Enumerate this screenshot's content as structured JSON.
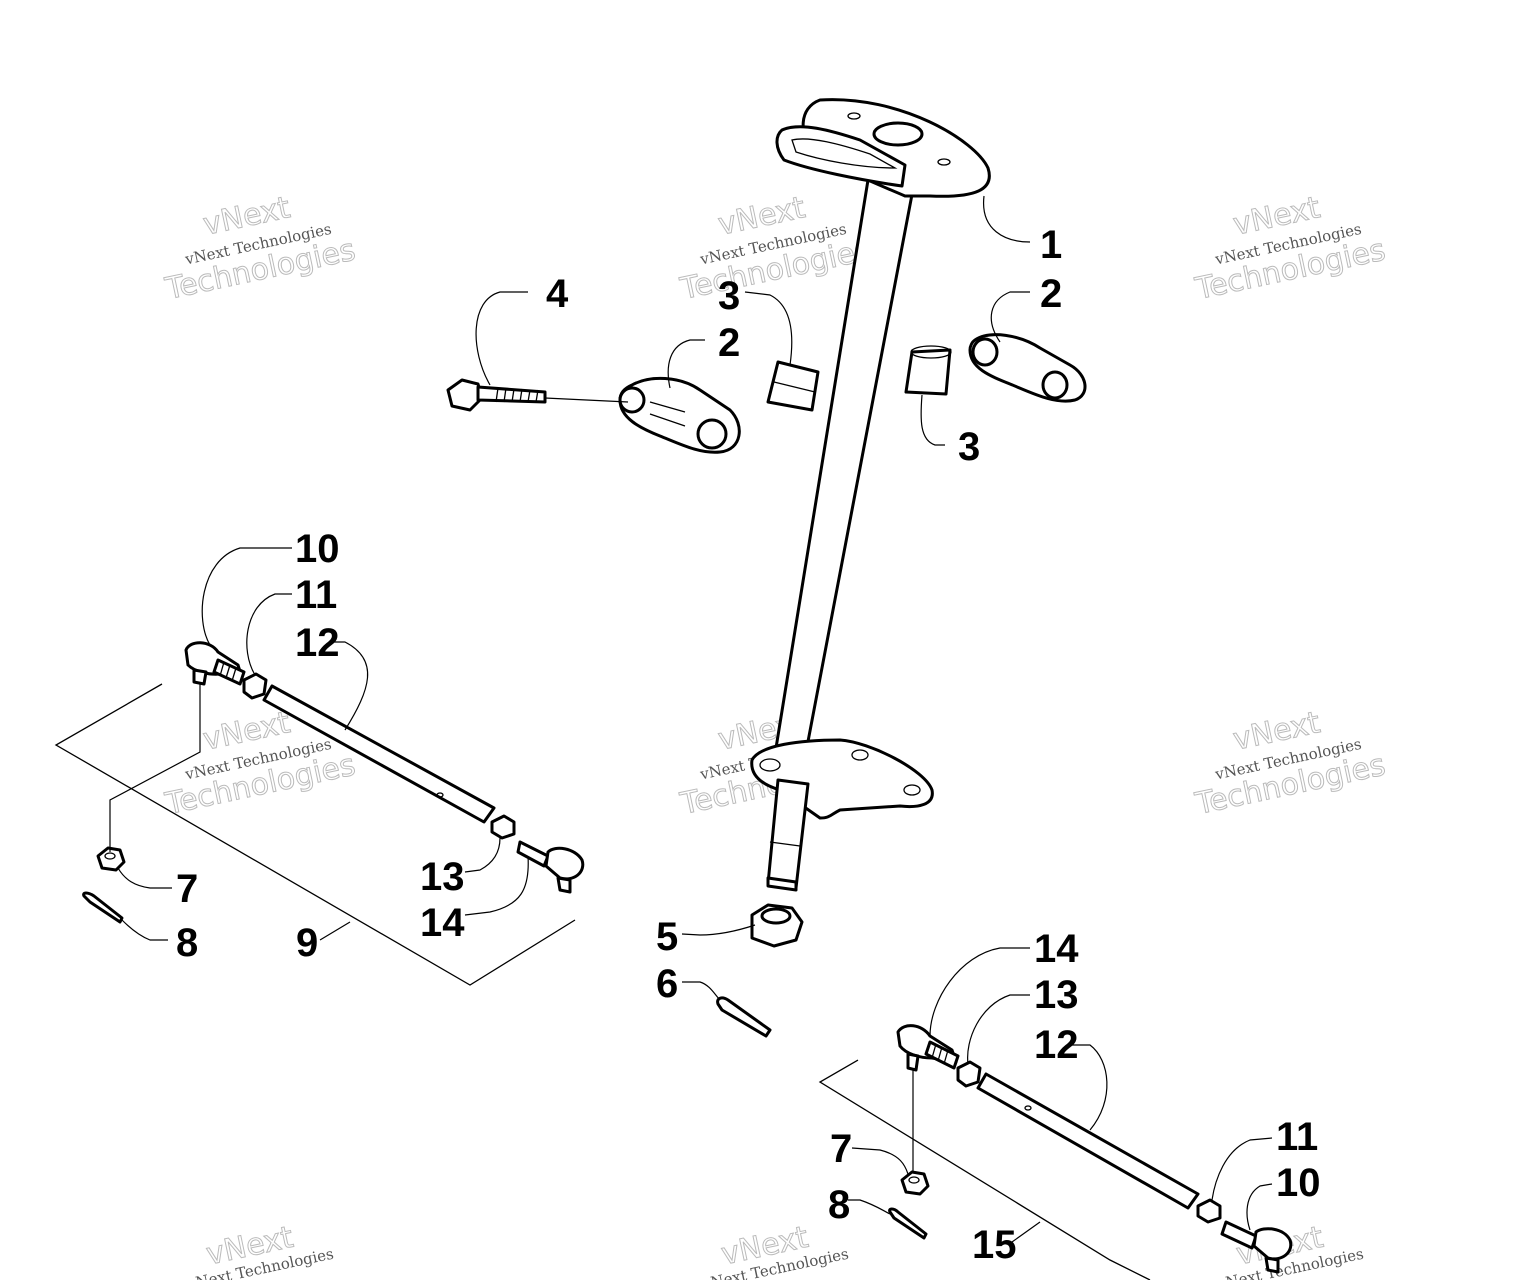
{
  "watermark": {
    "small": "vNext Technologies",
    "big_line1": "vNext",
    "big_line2": "Technologies"
  },
  "callouts": {
    "c1": "1",
    "c2a": "2",
    "c2b": "2",
    "c3a": "3",
    "c3b": "3",
    "c4": "4",
    "c5": "5",
    "c6": "6",
    "c7a": "7",
    "c7b": "7",
    "c8a": "8",
    "c8b": "8",
    "c9": "9",
    "c10a": "10",
    "c10b": "10",
    "c11a": "11",
    "c11b": "11",
    "c12a": "12",
    "c12b": "12",
    "c13a": "13",
    "c13b": "13",
    "c14a": "14",
    "c14b": "14",
    "c15": "15"
  }
}
